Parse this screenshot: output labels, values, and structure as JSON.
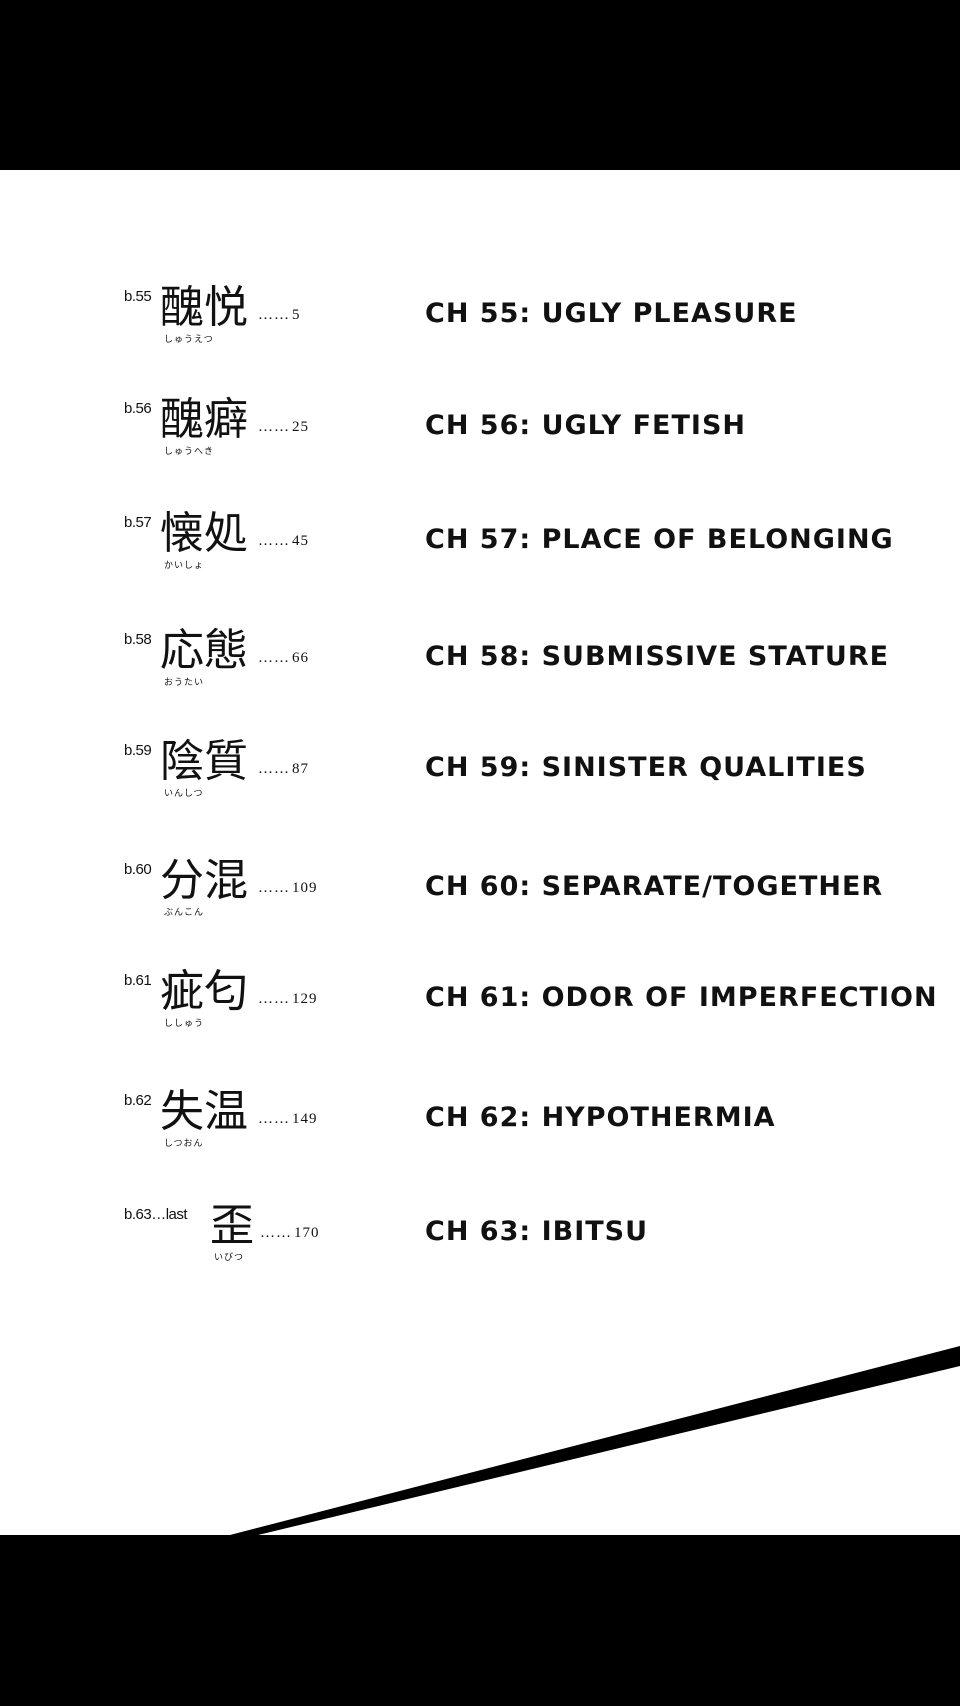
{
  "toc": [
    {
      "num": "b.55",
      "kanji": "醜悦",
      "furigana": "しゅうえつ",
      "page": "5",
      "english": "CH 55: UGLY PLEASURE"
    },
    {
      "num": "b.56",
      "kanji": "醜癖",
      "furigana": "しゅうへき",
      "page": "25",
      "english": "CH 56: UGLY FETISH"
    },
    {
      "num": "b.57",
      "kanji": "懐処",
      "furigana": "かいしょ",
      "page": "45",
      "english": "CH 57: PLACE OF BELONGING"
    },
    {
      "num": "b.58",
      "kanji": "応態",
      "furigana": "おうたい",
      "page": "66",
      "english": "CH 58: SUBMISSIVE STATURE"
    },
    {
      "num": "b.59",
      "kanji": "陰質",
      "furigana": "いんしつ",
      "page": "87",
      "english": "CH 59: SINISTER QUALITIES"
    },
    {
      "num": "b.60",
      "kanji": "分混",
      "furigana": "ぶんこん",
      "page": "109",
      "english": "CH 60: SEPARATE/TOGETHER"
    },
    {
      "num": "b.61",
      "kanji": "疵匂",
      "furigana": "ししゅう",
      "page": "129",
      "english": "CH 61: ODOR OF IMPERFECTION"
    },
    {
      "num": "b.62",
      "kanji": "失温",
      "furigana": "しつおん",
      "page": "149",
      "english": "CH 62: HYPOTHERMIA"
    },
    {
      "num": "b.63…last",
      "kanji": "歪",
      "furigana": "いびつ",
      "page": "170",
      "english": "CH 63: IBITSU"
    }
  ],
  "dots": "……"
}
